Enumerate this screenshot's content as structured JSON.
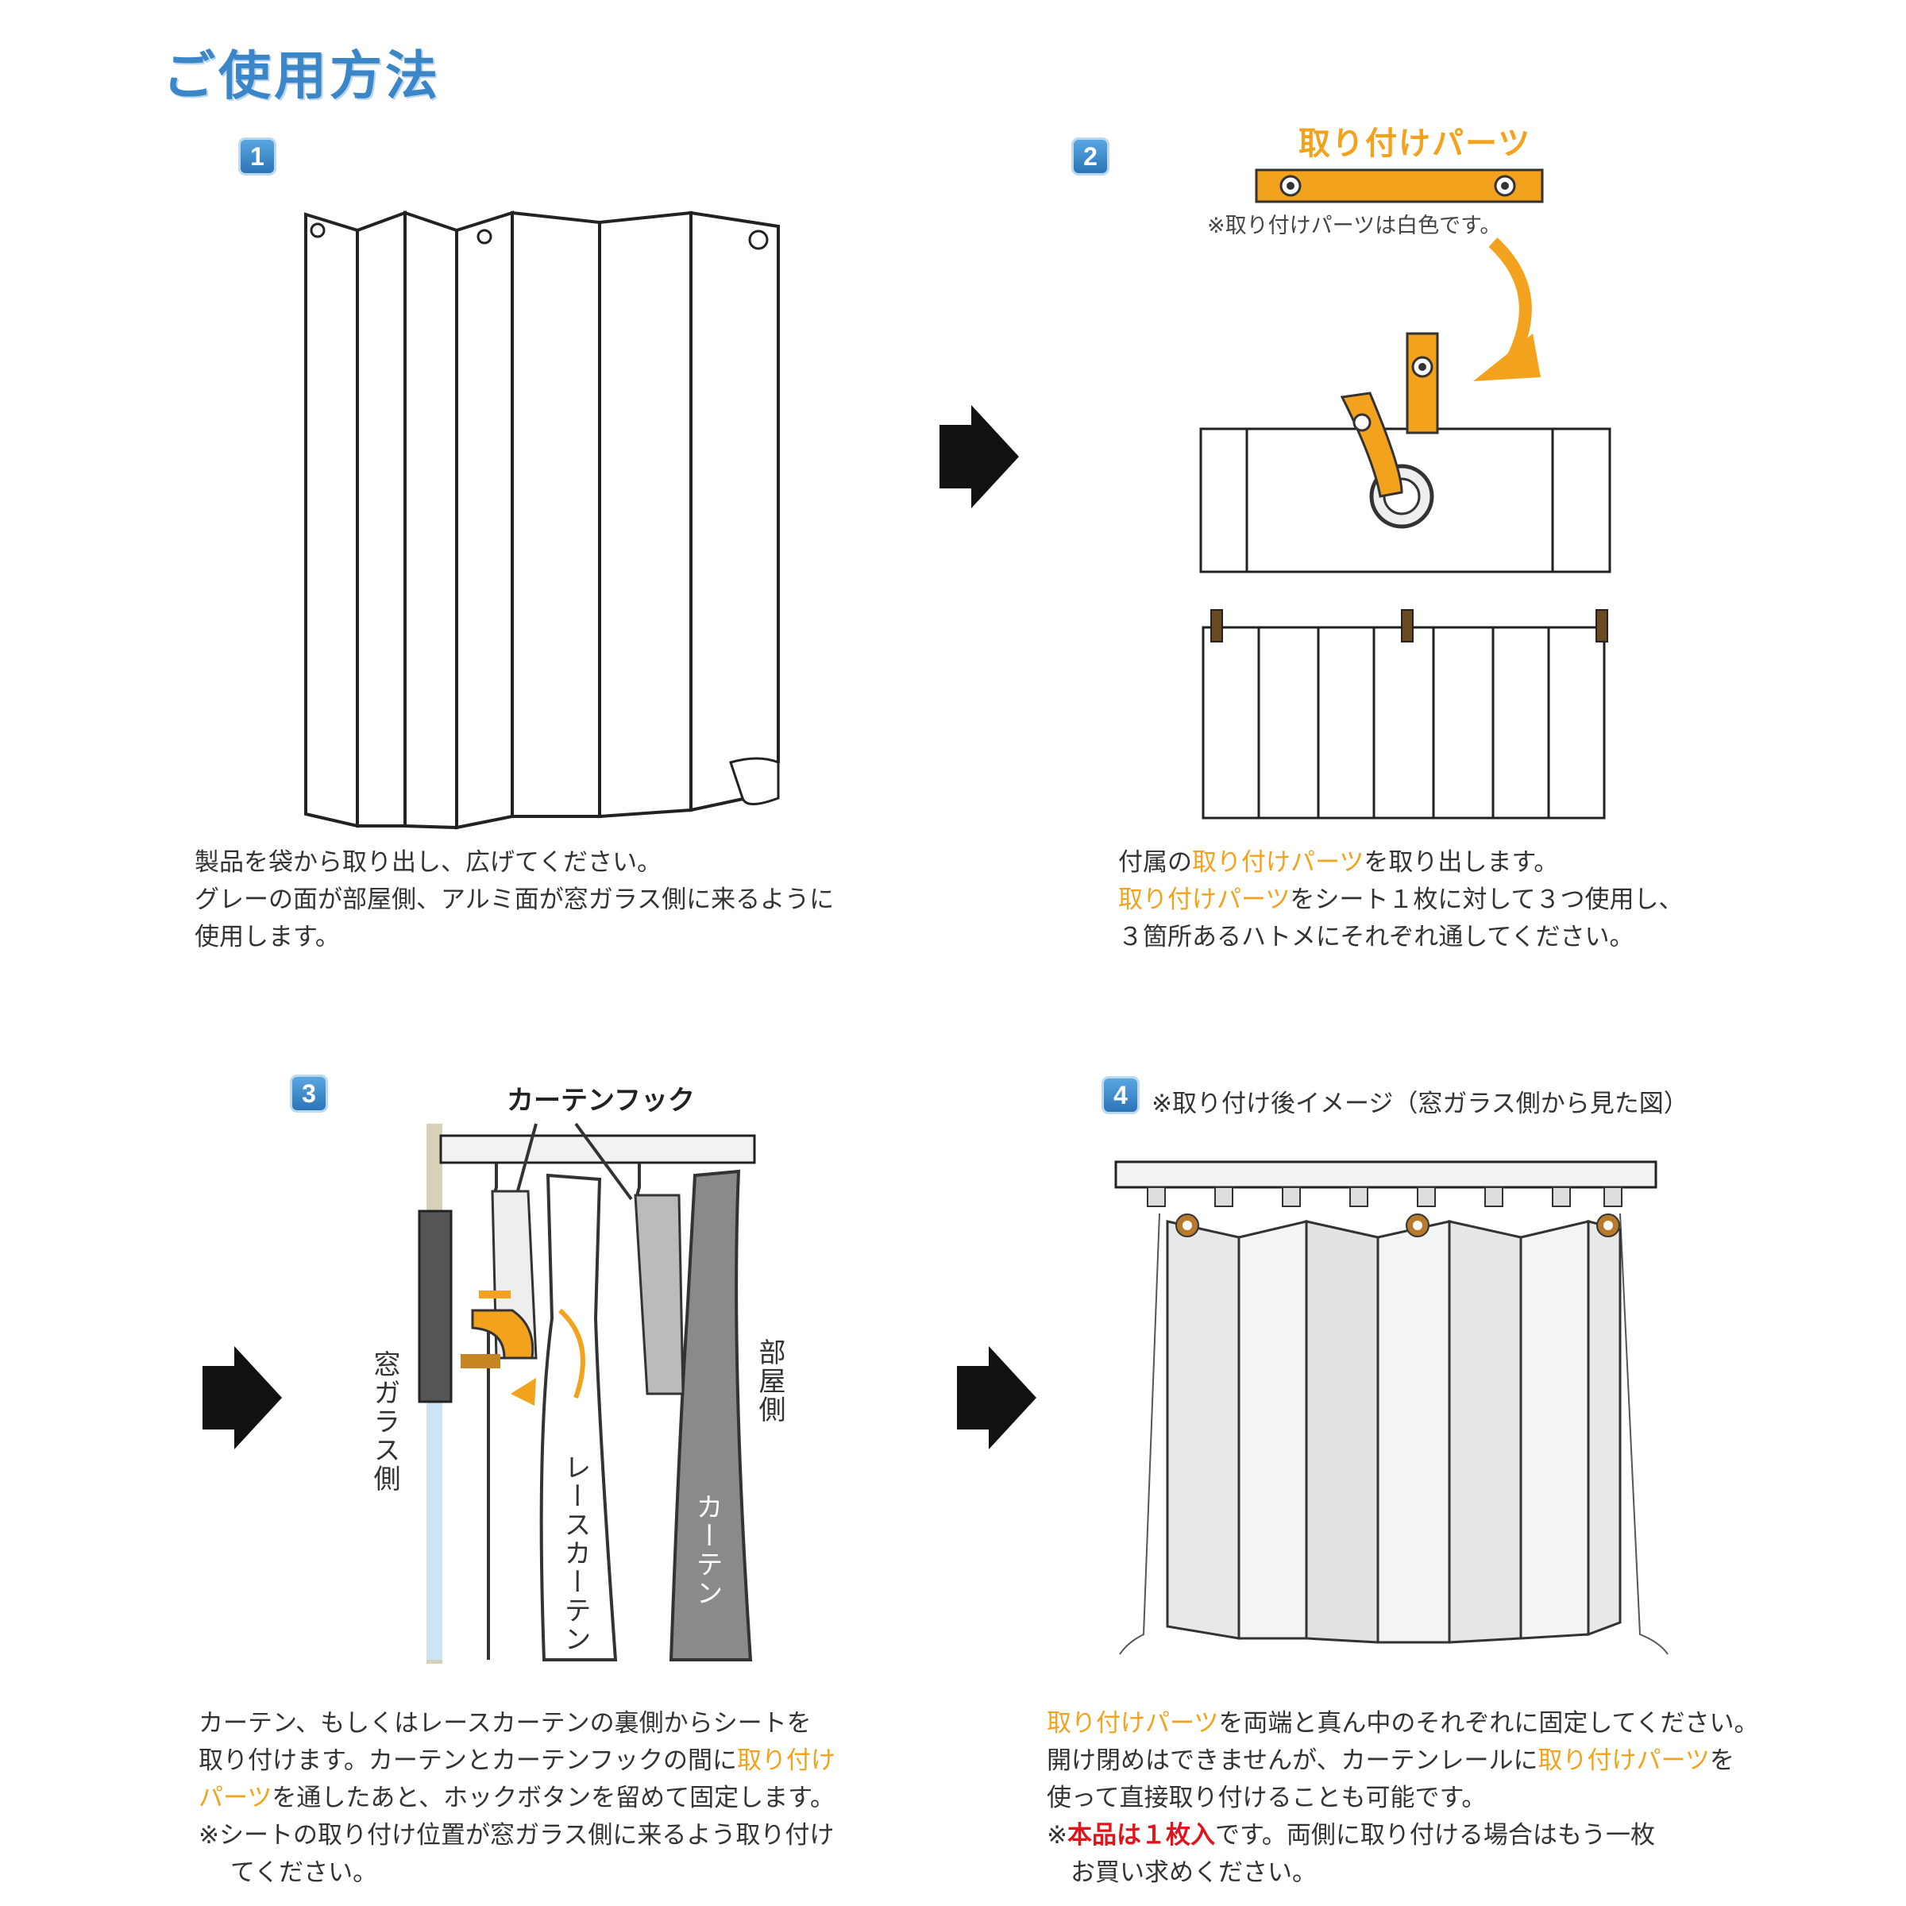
{
  "title": "ご使用方法",
  "steps": [
    {
      "number": "1",
      "caption_lines": [
        "製品を袋から取り出し、広げてください。",
        "グレーの面が部屋側、アルミ面が窓ガラス側に来るように",
        "使用します。"
      ]
    },
    {
      "number": "2",
      "parts_title": "取り付けパーツ",
      "parts_note": "※取り付けパーツは白色です。",
      "caption": {
        "l1_a": "付属の",
        "l1_hl": "取り付けパーツ",
        "l1_b": "を取り出します。",
        "l2_hl": "取り付けパーツ",
        "l2_b": "をシート１枚に対して３つ使用し、",
        "l3": "３箇所あるハトメにそれぞれ通してください。"
      }
    },
    {
      "number": "3",
      "label_hook": "カーテンフック",
      "label_window": "窓ガラス側",
      "label_room": "部屋側",
      "label_lace": "レースカーテン",
      "label_curtain": "カーテン",
      "caption": {
        "l1": "カーテン、もしくはレースカーテンの裏側からシートを",
        "l2_a": "取り付けます。カーテンとカーテンフックの間に",
        "l2_hl": "取り付け",
        "l3_hl": "パーツ",
        "l3_b": "を通したあと、ホックボタンを留めて固定します。",
        "l4": "※シートの取り付け位置が窓ガラス側に来るよう取り付け",
        "l5": "てください。"
      }
    },
    {
      "number": "4",
      "header": "※取り付け後イメージ（窓ガラス側から見た図）",
      "caption": {
        "l1_hl": "取り付けパーツ",
        "l1_b": "を両端と真ん中のそれぞれに固定してください。",
        "l2_a": "開け閉めはできませんが、カーテンレールに",
        "l2_hl": "取り付けパーツ",
        "l2_b": "を",
        "l3": "使って直接取り付けることも可能です。",
        "l4_a": "※",
        "l4_red": "本品は１枚入",
        "l4_b": "です。両側に取り付ける場合はもう一枚",
        "l5": "お買い求めください。"
      }
    }
  ],
  "colors": {
    "title_blue": "#3a86c8",
    "highlight_orange": "#f2a21c",
    "accent_red": "#e0141b",
    "arrow_black": "#111111"
  }
}
